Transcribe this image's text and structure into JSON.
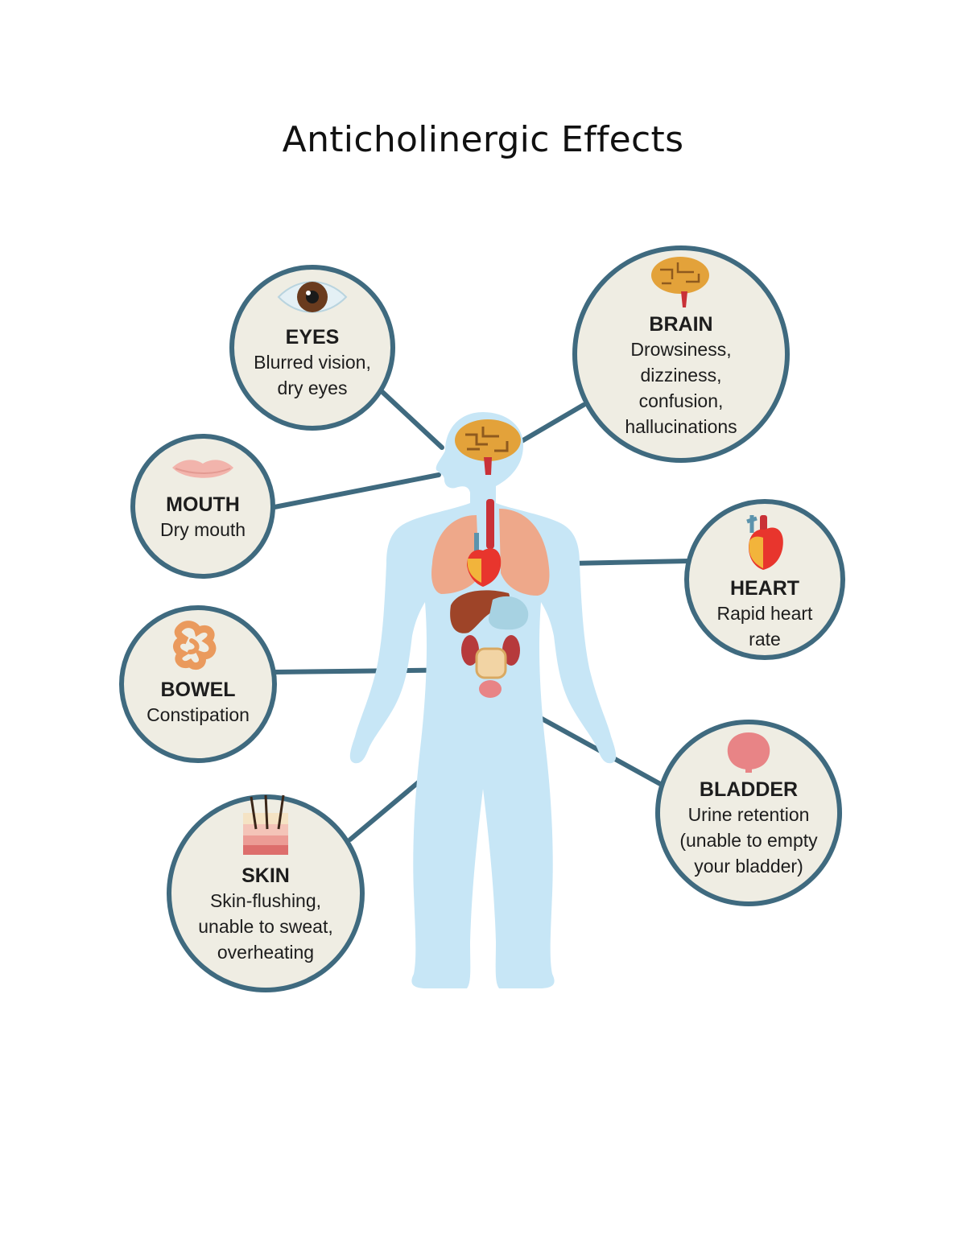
{
  "title": "Anticholinergic Effects",
  "colors": {
    "ring": "#3f6a7f",
    "node_fill": "#efede3",
    "body": "#c7e6f6",
    "brain": "#e3a23a",
    "heart": "#e8352d",
    "lungs": "#eea88a",
    "liver": "#9e4428",
    "bladder": "#e88486"
  },
  "nodes": {
    "eyes": {
      "heading": "EYES",
      "lines": [
        "Blurred vision,",
        "dry eyes"
      ],
      "icon": "eye-icon"
    },
    "brain": {
      "heading": "BRAIN",
      "lines": [
        "Drowsiness,",
        "dizziness,",
        "confusion,",
        "hallucinations"
      ],
      "icon": "brain-icon"
    },
    "mouth": {
      "heading": "MOUTH",
      "lines": [
        "Dry mouth"
      ],
      "icon": "lips-icon"
    },
    "heart": {
      "heading": "HEART",
      "lines": [
        "Rapid heart",
        "rate"
      ],
      "icon": "heart-icon"
    },
    "bowel": {
      "heading": "BOWEL",
      "lines": [
        "Constipation"
      ],
      "icon": "intestine-icon"
    },
    "bladder": {
      "heading": "BLADDER",
      "lines": [
        "Urine retention",
        "(unable to empty",
        "your bladder)"
      ],
      "icon": "bladder-icon"
    },
    "skin": {
      "heading": "SKIN",
      "lines": [
        "Skin-flushing,",
        "unable to sweat,",
        "overheating"
      ],
      "icon": "skin-icon"
    }
  }
}
